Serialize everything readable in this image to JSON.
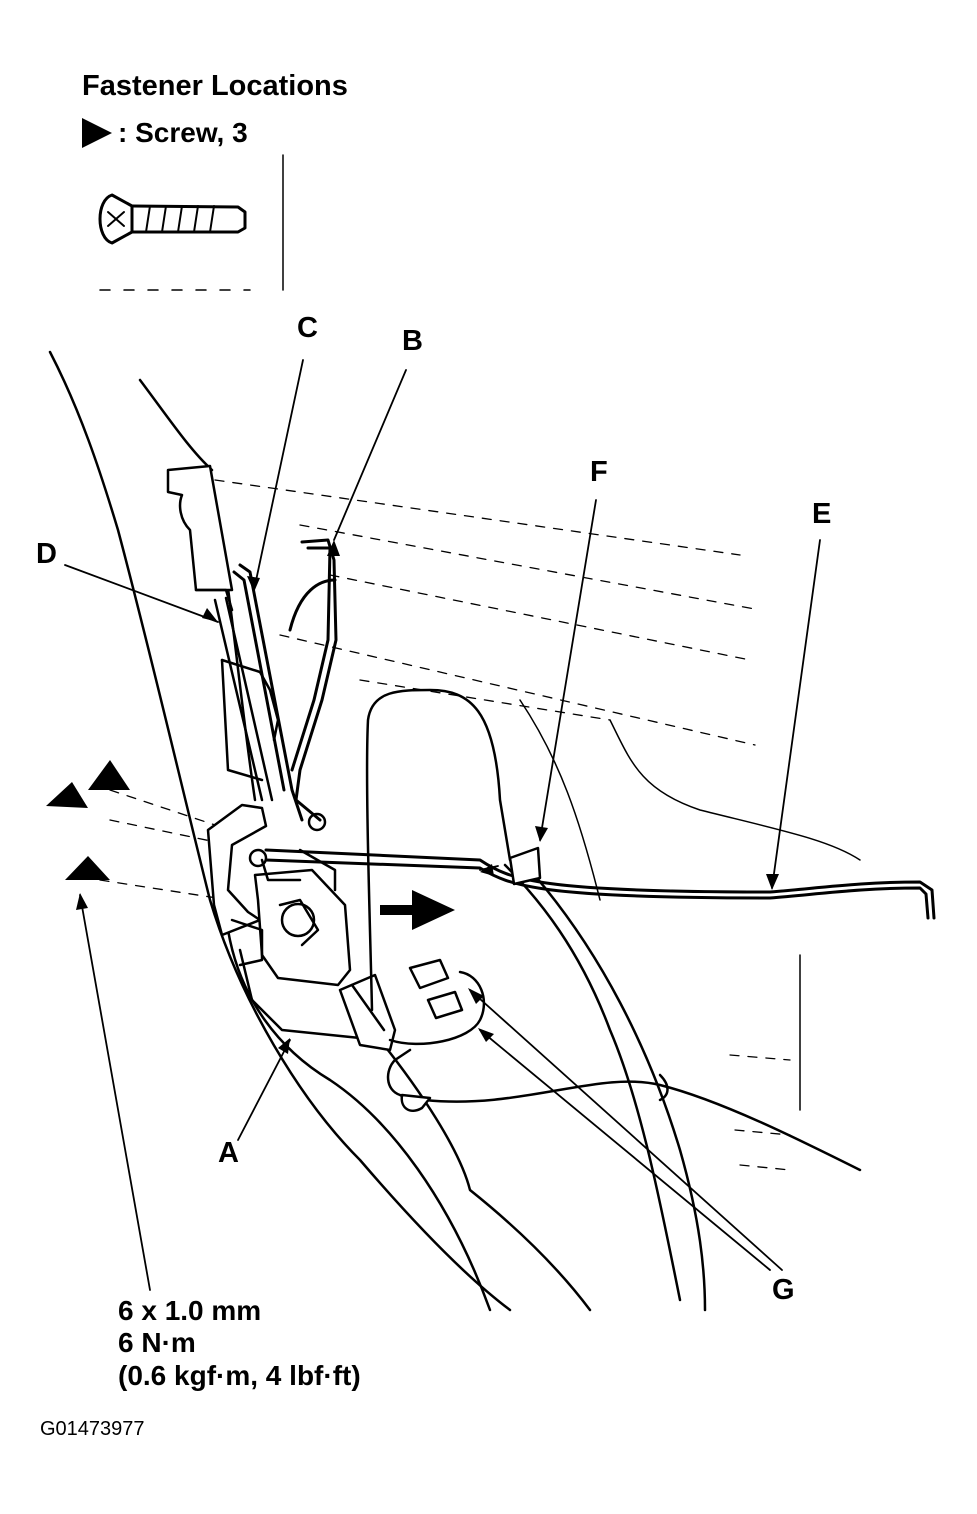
{
  "header": {
    "title": "Fastener Locations",
    "legend_text": ": Screw, 3",
    "legend_icon": "triangle-marker-icon"
  },
  "callouts": [
    "A",
    "B",
    "C",
    "D",
    "E",
    "F",
    "G"
  ],
  "spec": {
    "size": "6 x 1.0 mm",
    "torque": "6 N·m",
    "torque_alt": "(0.6 kgf·m, 4 lbf·ft)"
  },
  "figure_id": "G01473977",
  "colors": {
    "ink": "#000000",
    "paper": "#ffffff"
  }
}
